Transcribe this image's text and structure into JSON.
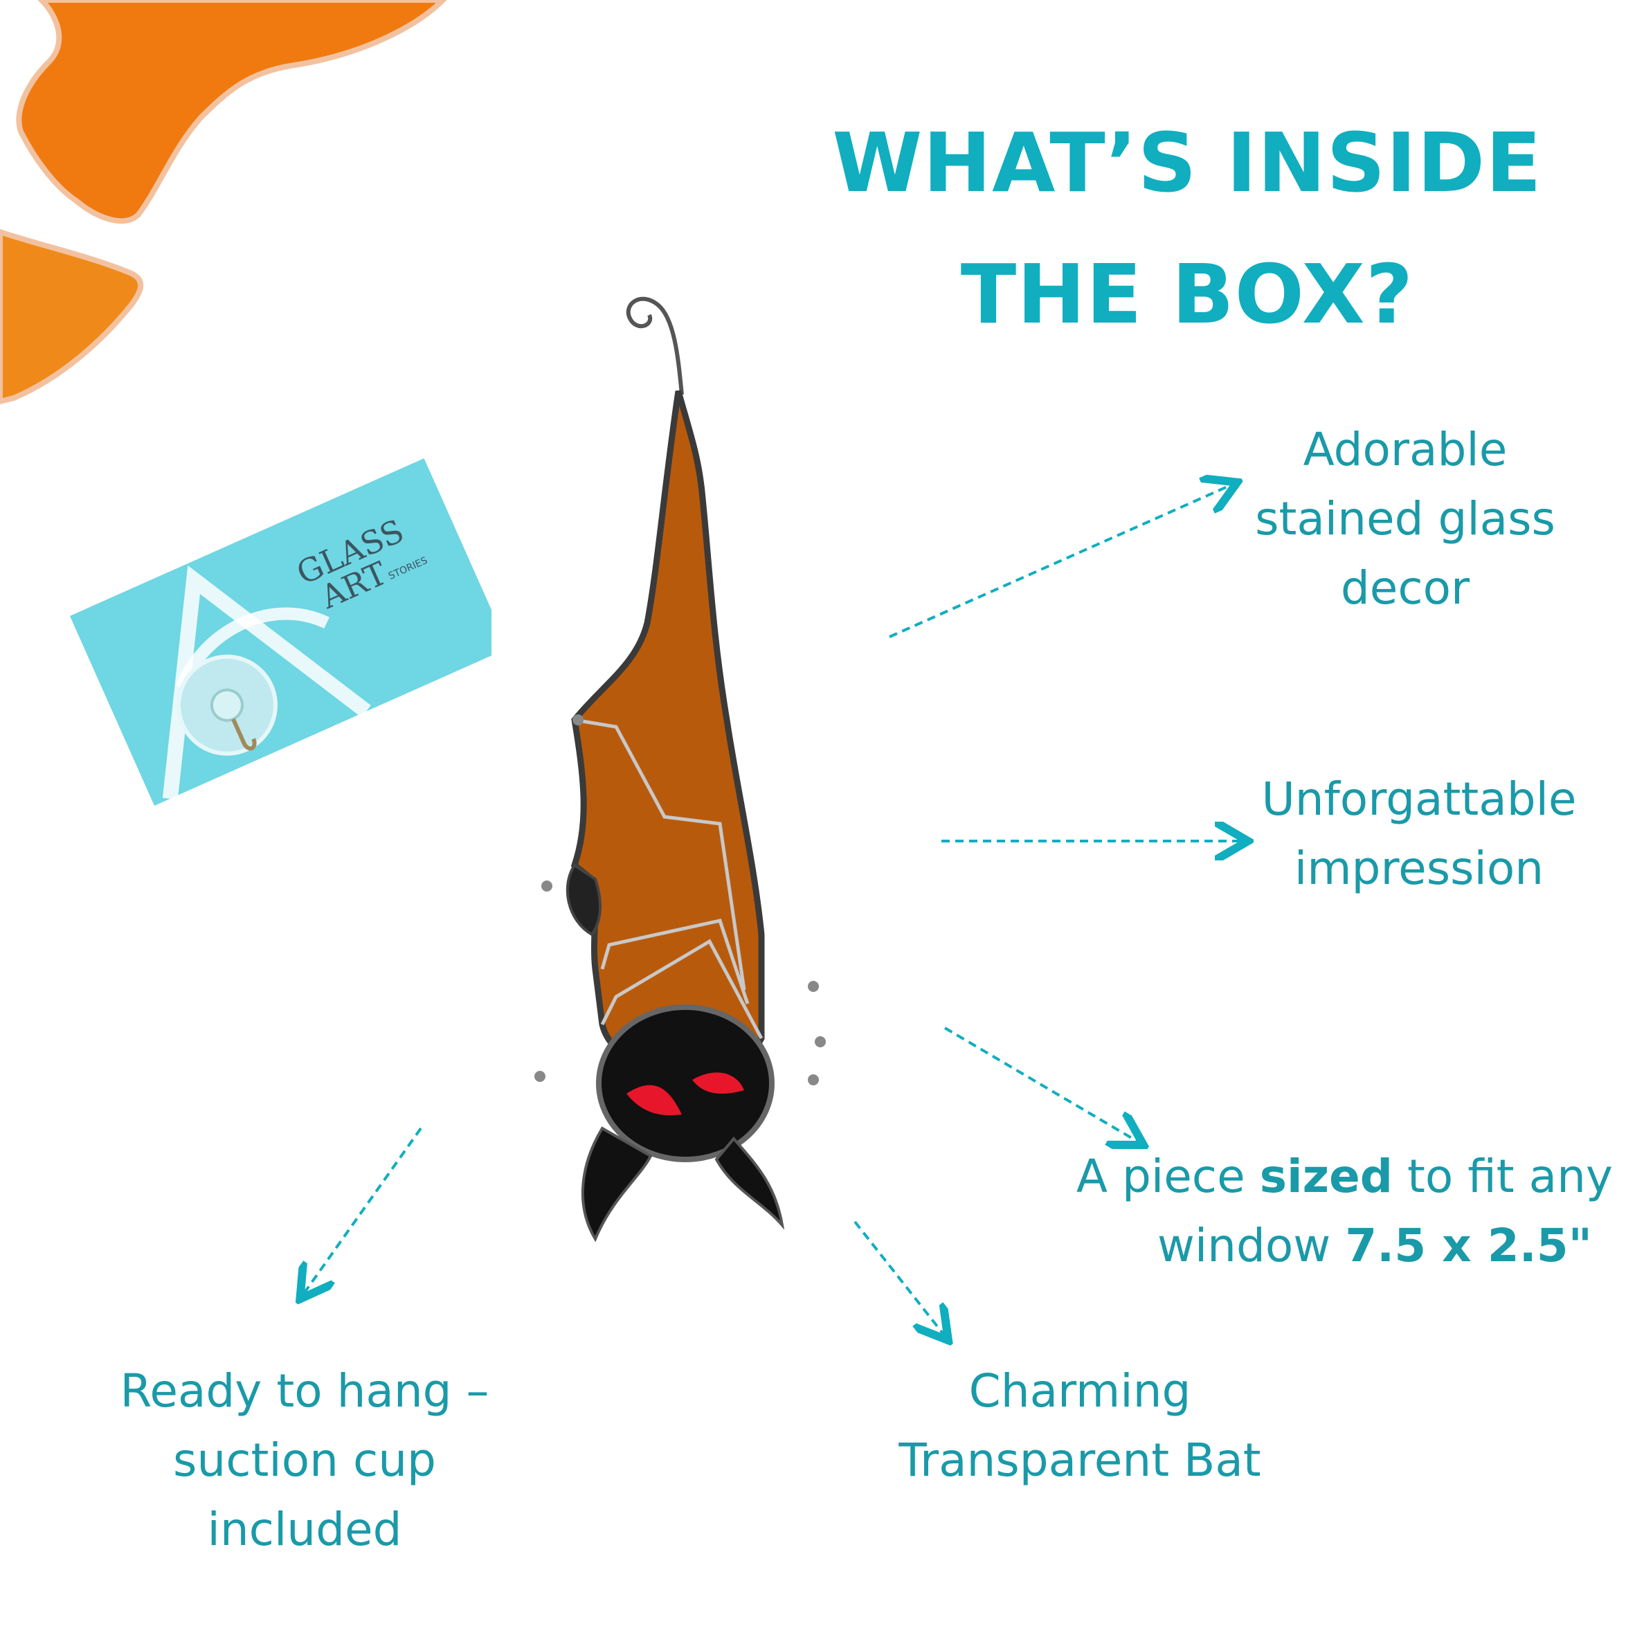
{
  "title": {
    "line1": "WHAT’S INSIDE",
    "line2": "THE BOX?"
  },
  "features": {
    "decor": {
      "line1": "Adorable",
      "line2": "stained glass",
      "line3": "decor"
    },
    "impression": {
      "line1": "Unforgattable",
      "line2": "impression"
    },
    "size": {
      "line1_pre": "A piece ",
      "line1_bold": "sized",
      "line1_post": " to fit any",
      "line2_pre": "window ",
      "line2_bold": "7.5 x 2.5\""
    },
    "hang": {
      "line1": "Ready to hang –",
      "line2": "suction cup",
      "line3": "included"
    },
    "bat": {
      "line1": "Charming",
      "line2": "Transparent Bat"
    }
  },
  "brand_card": {
    "brand_line1": "GLASS",
    "brand_line2": "ART",
    "brand_line3": "STORIES"
  },
  "colors": {
    "accent": "#10aebf",
    "text": "#1a9aa8",
    "bat_body": "#b85a0c",
    "bat_head": "#111111",
    "bat_eyes": "#e8162b",
    "card": "#6fd6e3",
    "glass_orange": "#f07a10"
  },
  "icons": [
    "bat-figure",
    "suction-cup-icon",
    "glass-piece-decor",
    "dashed-arrow"
  ]
}
